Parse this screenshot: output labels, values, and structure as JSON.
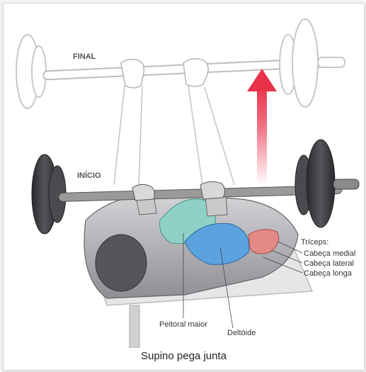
{
  "diagram": {
    "labels": {
      "final": "FINAL",
      "inicio": "INÍCIO",
      "triceps_title": "Tríceps:",
      "triceps_medial": "Cabeça medial",
      "triceps_lateral": "Cabeça lateral",
      "triceps_longa": "Cabeça longa",
      "peitoral": "Peitoral maior",
      "deltoide": "Deltóide"
    },
    "colors": {
      "arrow": "#e8324a",
      "peitoral_highlight": "#8fd1c6",
      "deltoide_highlight": "#5aa3df",
      "triceps_highlight": "#e48a86",
      "bar": "#9a9a9a",
      "plates_lower": "#3a3a3e"
    }
  },
  "caption": "Supino pega junta"
}
